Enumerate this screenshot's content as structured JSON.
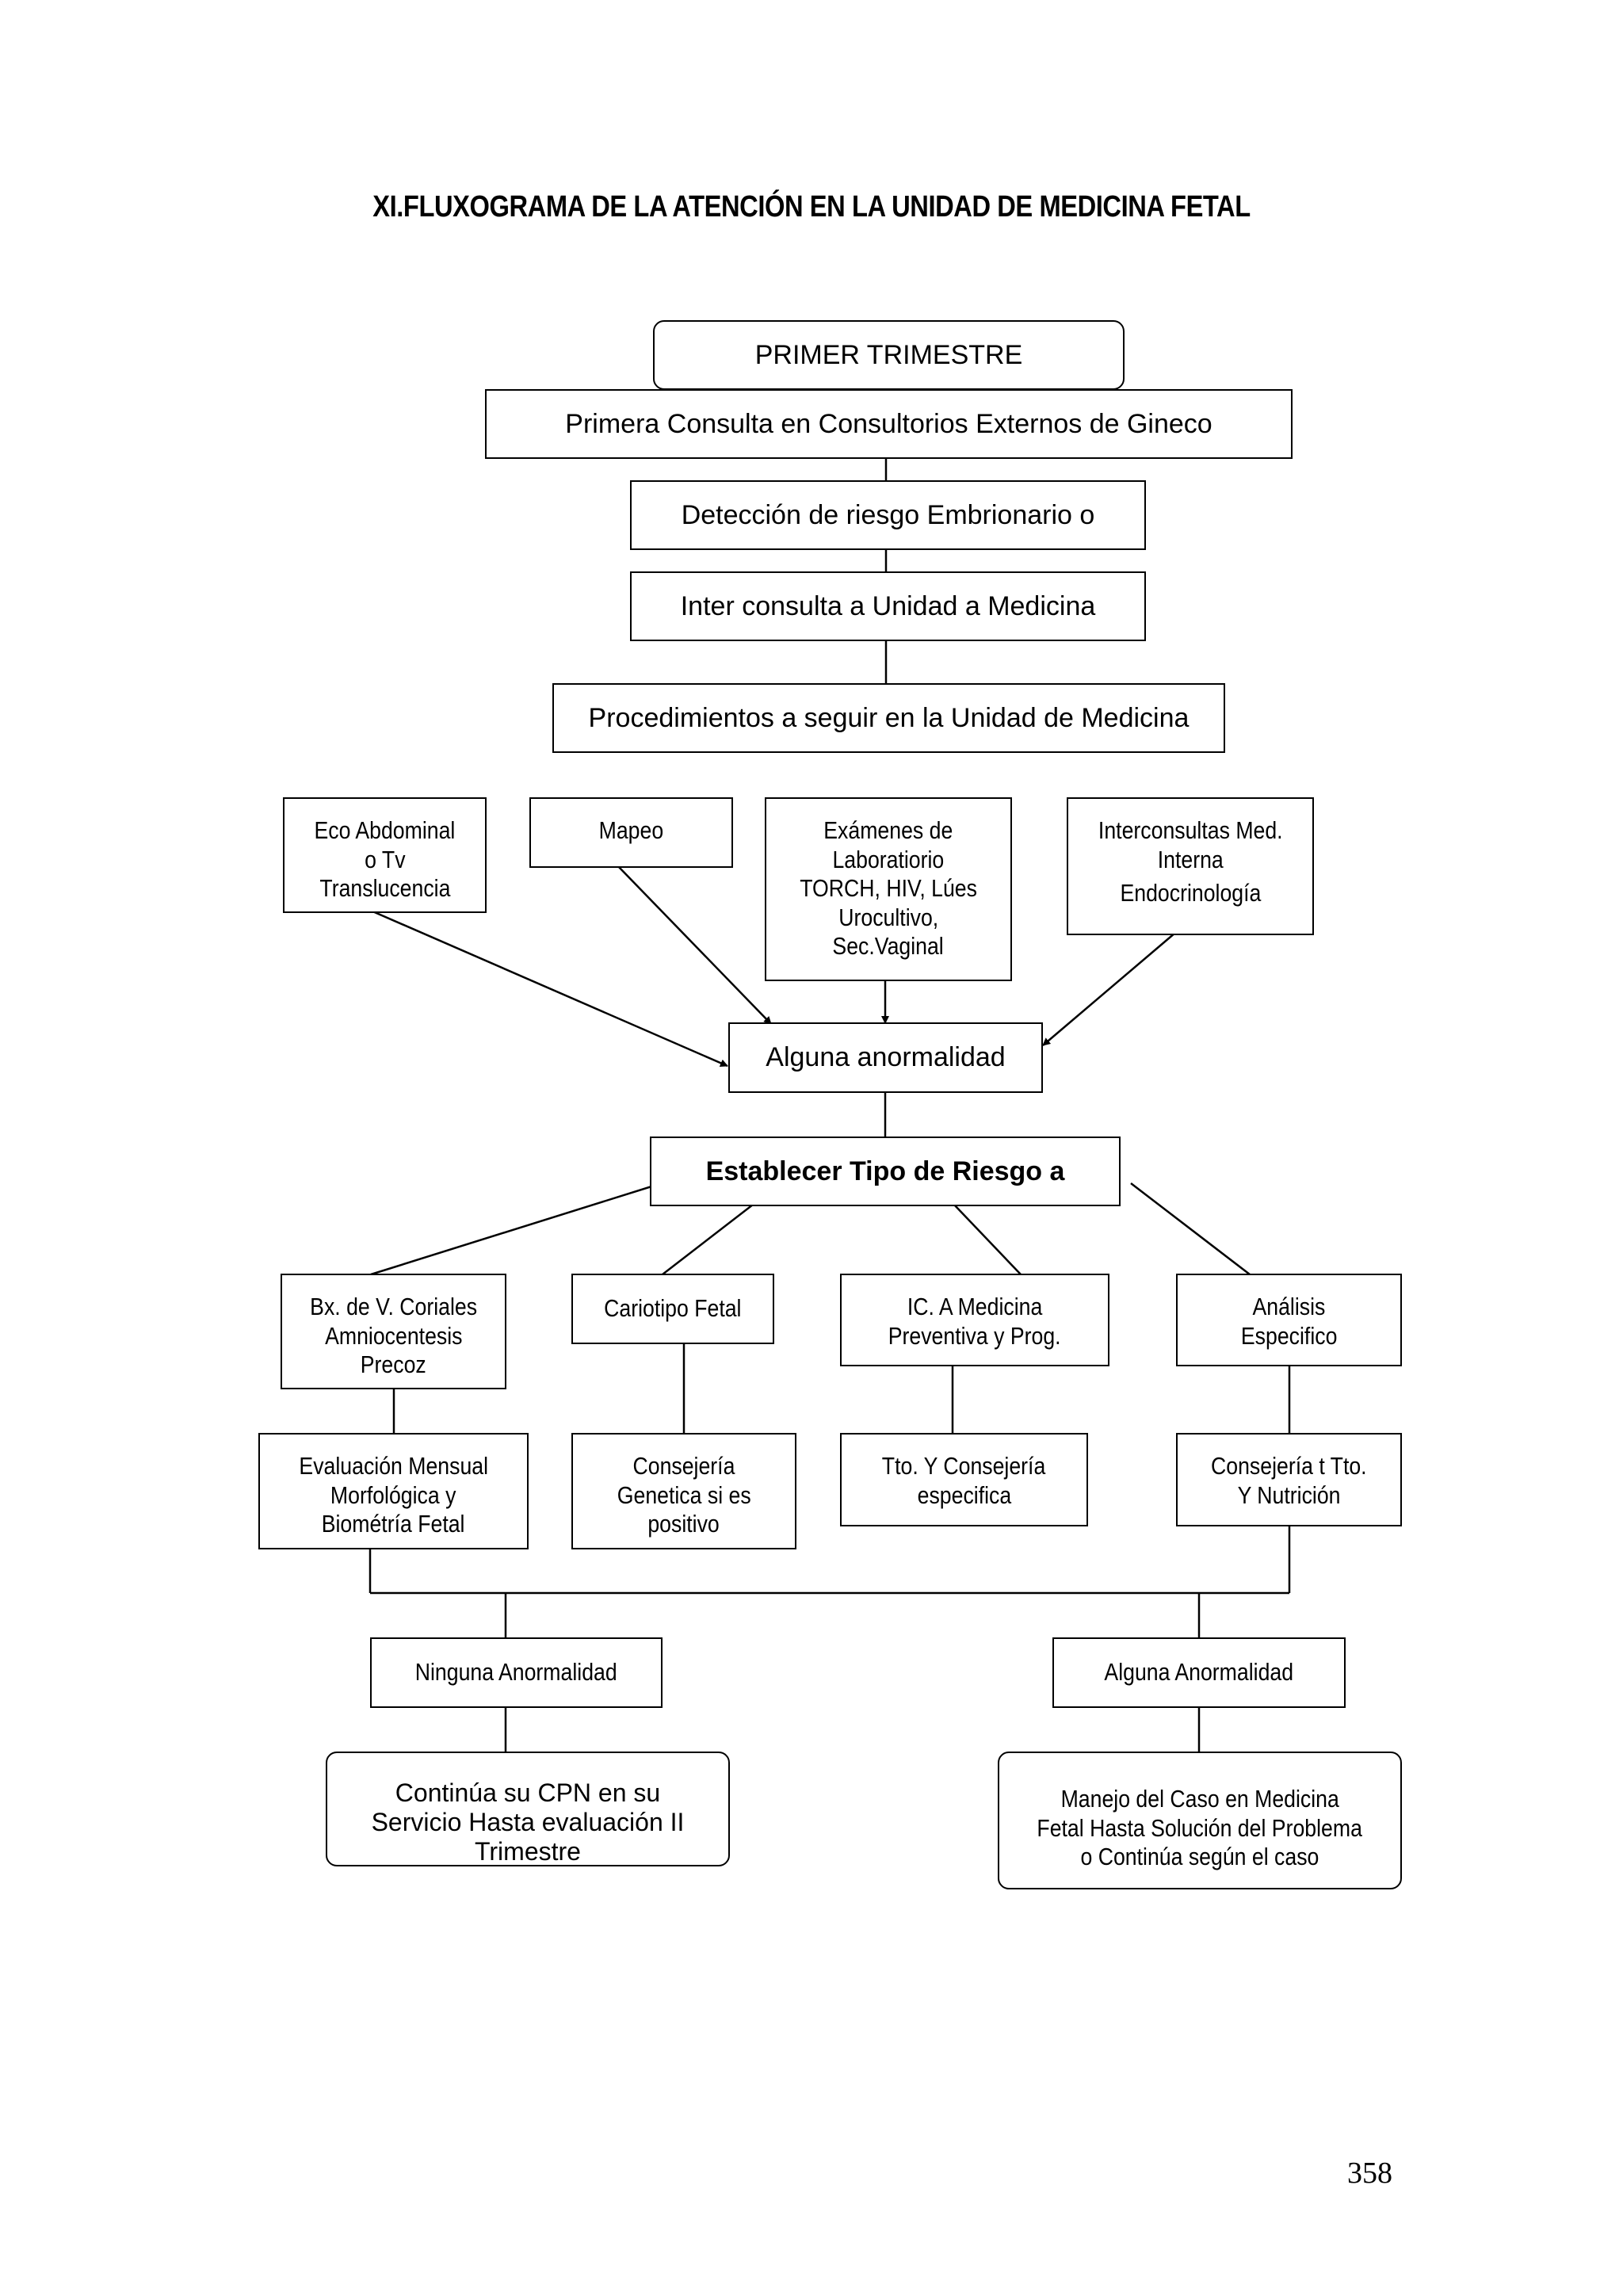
{
  "title": "XI.FLUXOGRAMA DE LA ATENCIÓN EN LA UNIDAD DE MEDICINA FETAL",
  "page_number": "358",
  "nodes": {
    "primer_trimestre": [
      "PRIMER TRIMESTRE"
    ],
    "primera_consulta": [
      "Primera Consulta en Consultorios Externos de Gineco"
    ],
    "deteccion_riesgo": [
      "Detección de riesgo Embrionario o"
    ],
    "inter_consulta": [
      "Inter consulta a Unidad a Medicina"
    ],
    "procedimientos": [
      "Procedimientos a seguir en la Unidad de Medicina"
    ],
    "eco_abdominal": [
      "Eco Abdominal",
      "o Tv",
      "Translucencia"
    ],
    "mapeo": [
      "Mapeo"
    ],
    "examenes": [
      "Exámenes de",
      "Laboratiorio",
      "TORCH, HIV, Lúes",
      "Urocultivo,",
      "Sec.Vaginal"
    ],
    "interconsultas": [
      "Interconsultas Med.",
      "Interna",
      "Endocrinología"
    ],
    "alguna_anormalidad_1": [
      "Alguna anormalidad"
    ],
    "establecer_riesgo": [
      "Establecer Tipo de Riesgo a"
    ],
    "bx_coriales": [
      "Bx. de V. Coriales",
      "Amniocentesis",
      "Precoz"
    ],
    "cariotipo": [
      "Cariotipo Fetal"
    ],
    "ic_medicina": [
      "IC. A Medicina",
      "Preventiva y Prog."
    ],
    "analisis": [
      "Análisis",
      "Especifico"
    ],
    "evaluacion": [
      "Evaluación Mensual",
      "Morfológica y",
      "Biométría Fetal"
    ],
    "consejeria_genetica": [
      "Consejería",
      "Genetica  si es",
      "positivo"
    ],
    "tto_consejeria": [
      "Tto. Y Consejería",
      "especifica"
    ],
    "consejeria_tto": [
      "Consejería t Tto.",
      "Y Nutrición"
    ],
    "ninguna_anormalidad": [
      "Ninguna Anormalidad"
    ],
    "alguna_anormalidad_2": [
      "Alguna Anormalidad"
    ],
    "continua_cpn": [
      "Continúa su CPN en su",
      "Servicio  Hasta evaluación II",
      "Trimestre"
    ],
    "manejo_caso": [
      "Manejo del Caso en Medicina",
      "Fetal Hasta Solución del Problema",
      "o Continúa según el caso"
    ]
  }
}
